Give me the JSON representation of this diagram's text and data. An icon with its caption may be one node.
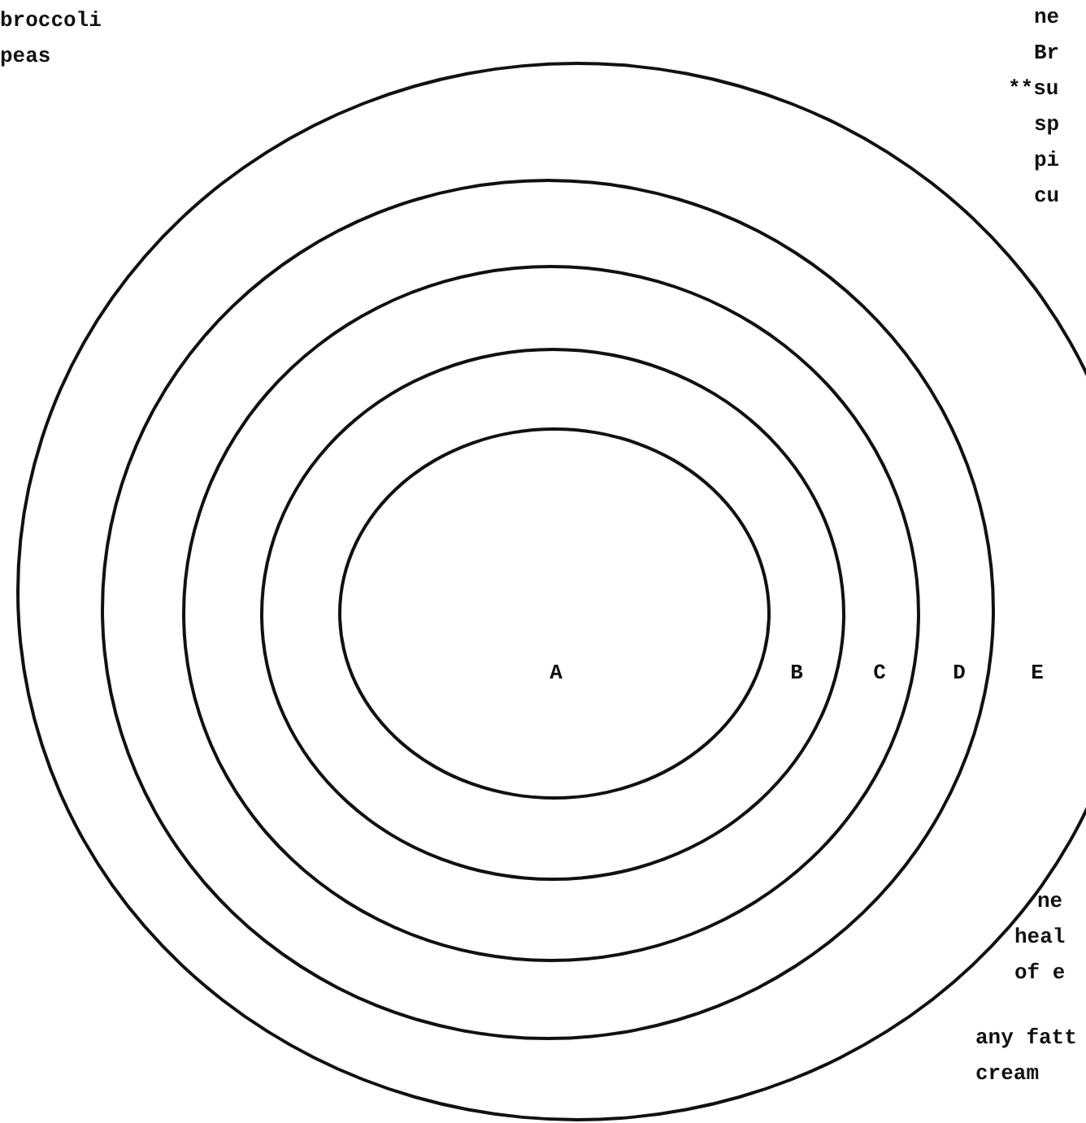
{
  "diagram": {
    "nodes": [
      {
        "text": [
          "E"
        ]
      },
      {
        "text": [
          "D"
        ],
        "in": 0
      },
      {
        "text": [
          "C"
        ],
        "in": 1
      },
      {
        "text": [
          "B"
        ],
        "in": 2
      },
      {
        "text": [
          "A"
        ],
        "in": 3
      }
    ],
    "labels": [
      "broccoli",
      "peas",
      "ne",
      "Br",
      "**su",
      "sp",
      "pi",
      "cu",
      "ne",
      "heal",
      "of e",
      "any fatt",
      "cream"
    ]
  }
}
